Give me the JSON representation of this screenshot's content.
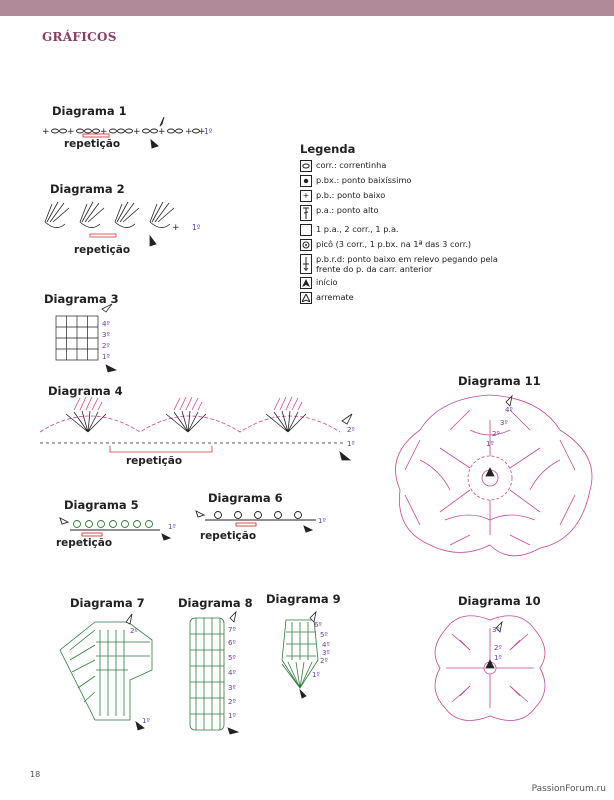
{
  "section_title": "GRÁFICOS",
  "diagrams": {
    "d1": "Diagrama 1",
    "d2": "Diagrama 2",
    "d3": "Diagrama 3",
    "d4": "Diagrama 4",
    "d5": "Diagrama 5",
    "d6": "Diagrama 6",
    "d7": "Diagrama 7",
    "d8": "Diagrama 8",
    "d9": "Diagrama 9",
    "d10": "Diagrama 10",
    "d11": "Diagrama 11"
  },
  "repeat_label": "repetição",
  "row_labels": {
    "r1": "1º",
    "r2": "2º",
    "r3": "3º",
    "r4": "4º",
    "r5": "5º",
    "r6": "6º",
    "r7": "7º"
  },
  "legend": {
    "title": "Legenda",
    "items": [
      {
        "icon": "chain-symbol-icon",
        "text": "corr.: correntinha"
      },
      {
        "icon": "slip-stitch-symbol-icon",
        "text": "p.bx.: ponto baixíssimo"
      },
      {
        "icon": "single-crochet-symbol-icon",
        "text": "p.b.: ponto baixo"
      },
      {
        "icon": "double-crochet-symbol-icon",
        "text": "p.a.: ponto alto"
      },
      {
        "icon": "blank-symbol-icon",
        "text": "1 p.a., 2 corr., 1 p.a."
      },
      {
        "icon": "picot-symbol-icon",
        "text": "picô (3 corr., 1 p.bx. na 1ª das 3 corr.)"
      },
      {
        "icon": "raised-stitch-symbol-icon",
        "text": "p.b.r.d: ponto baixo em relevo pegando pela frente do p. da carr. anterior"
      },
      {
        "icon": "start-arrow-icon",
        "text": "início"
      },
      {
        "icon": "end-arrow-icon",
        "text": "arremate"
      }
    ]
  },
  "page_number": "18",
  "watermark": "PassionForum.ru",
  "colors": {
    "header_bar": "#b18a9a",
    "title": "#8a3c66",
    "ink": "#222222",
    "pink": "#c44a9c",
    "purple_row": "#6a3aa0",
    "green": "#2f7a3c",
    "red_bracket": "#d23a3a"
  }
}
